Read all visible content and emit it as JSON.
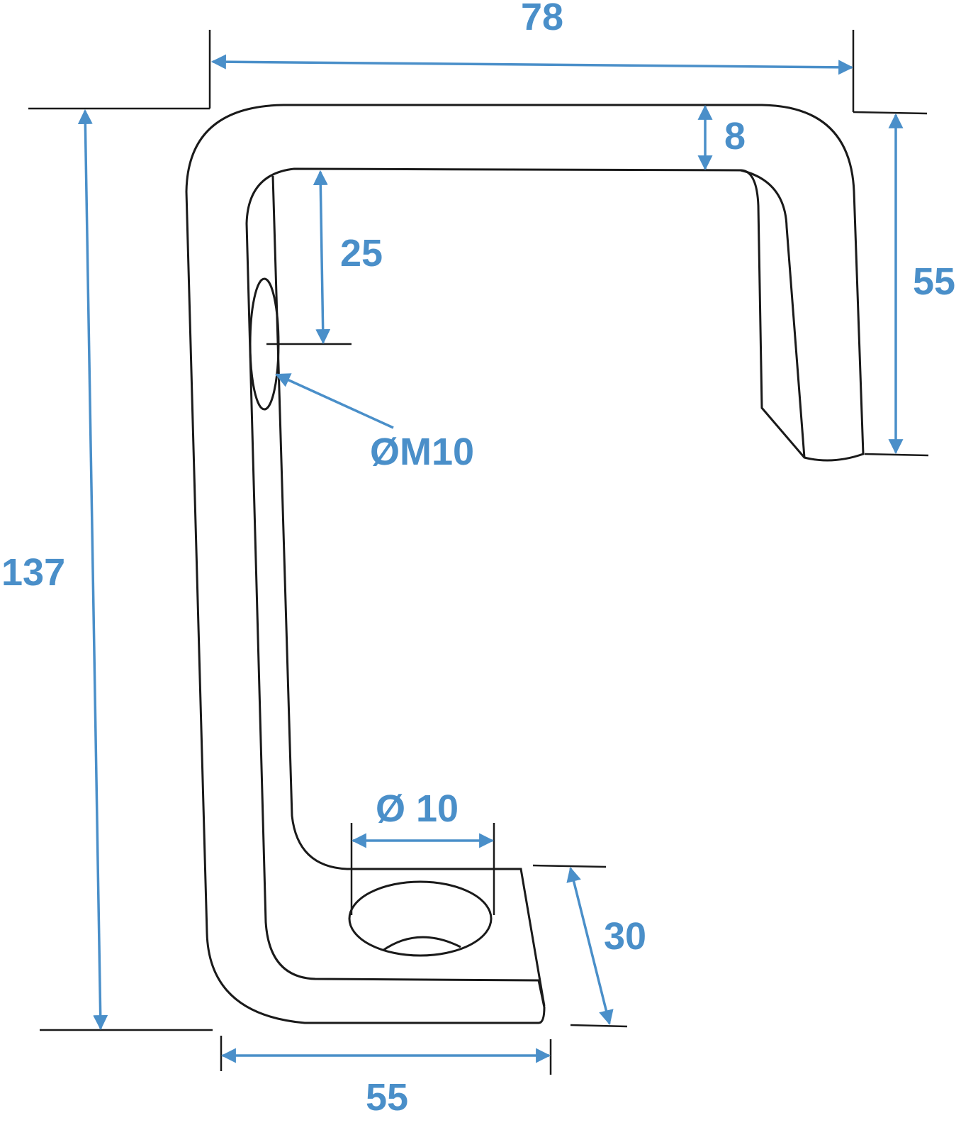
{
  "drawing": {
    "accent_color": "#4a8fc9",
    "dimensions": {
      "overall_width": "78",
      "thickness": "8",
      "hole_offset": "25",
      "hook_height": "55",
      "thread": "ØM10",
      "overall_height": "137",
      "hole_diameter": "Ø 10",
      "foot_width": "30",
      "base_width": "55"
    }
  }
}
